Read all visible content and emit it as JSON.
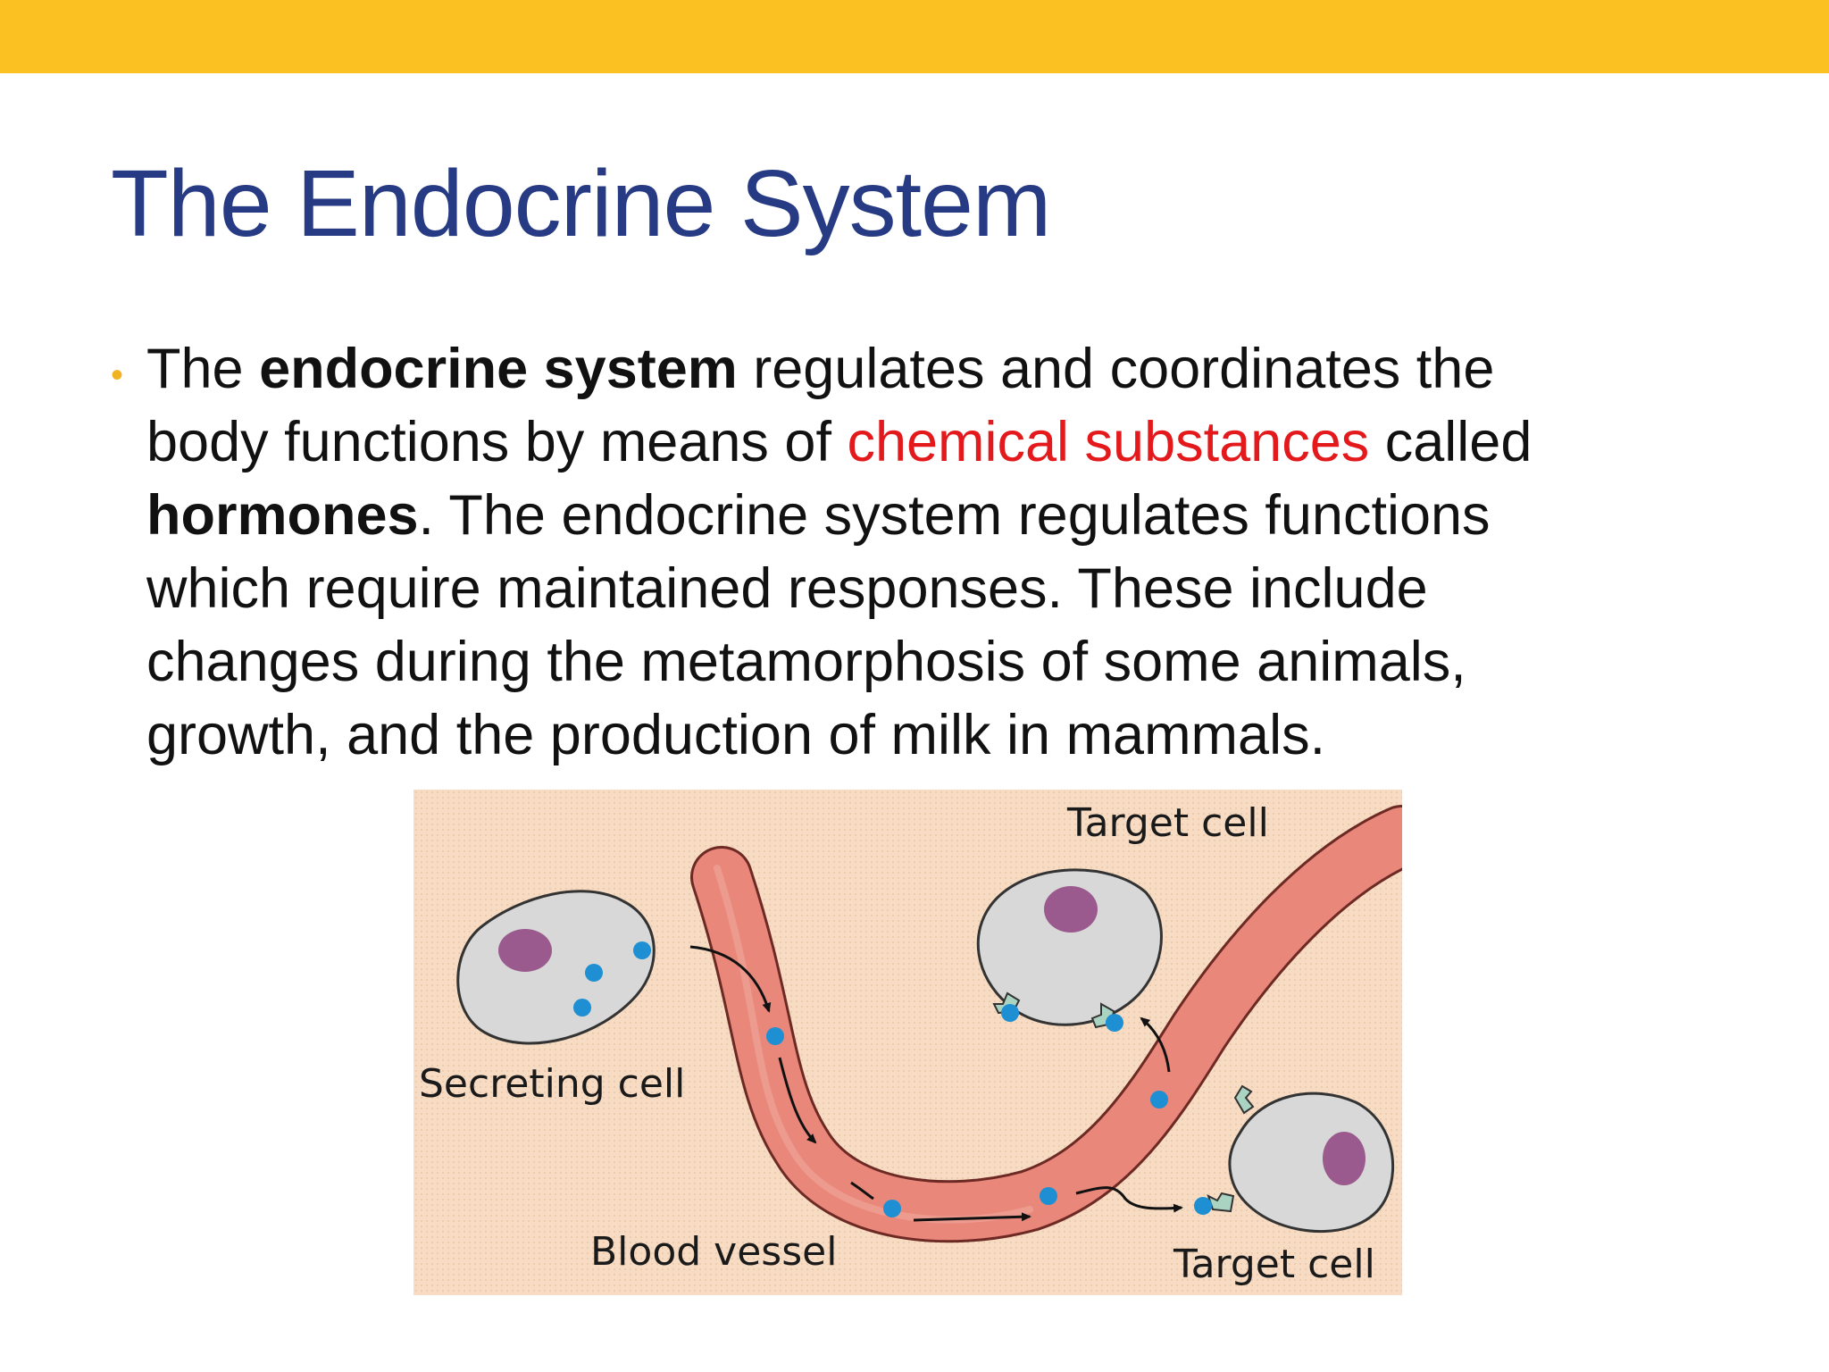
{
  "slide": {
    "title": "The Endocrine System",
    "accent_bar_color": "#fbc122",
    "title_color": "#273b85"
  },
  "bullet": {
    "marker": "•",
    "marker_color": "#f0b323",
    "lines": [
      [
        {
          "text": "The ",
          "style": "normal"
        },
        {
          "text": "endocrine system",
          "style": "bold"
        },
        {
          "text": " regulates and coordinates the",
          "style": "normal"
        }
      ],
      [
        {
          "text": "body functions by means of ",
          "style": "normal"
        },
        {
          "text": "chemical substances",
          "style": "red"
        },
        {
          "text": " called",
          "style": "normal"
        }
      ],
      [
        {
          "text": "hormones",
          "style": "bold"
        },
        {
          "text": ". The endocrine system regulates functions",
          "style": "normal"
        }
      ],
      [
        {
          "text": "which require maintained responses. These include",
          "style": "normal"
        }
      ],
      [
        {
          "text": "changes during the metamorphosis of some animals,",
          "style": "normal"
        }
      ],
      [
        {
          "text": "growth, and the production of milk in mammals.",
          "style": "normal"
        }
      ]
    ]
  },
  "figure": {
    "labels": {
      "secreting_cell": "Secreting cell",
      "blood_vessel": "Blood vessel",
      "target_cell_top": "Target cell",
      "target_cell_bottom": "Target cell"
    },
    "colors": {
      "background": "#f7dcc3",
      "vessel": "#e8877a",
      "cell": "#d8d8d8",
      "nucleus": "#9a5a8e",
      "hormone": "#1e8fd2",
      "receptor": "#aad3c2"
    }
  }
}
